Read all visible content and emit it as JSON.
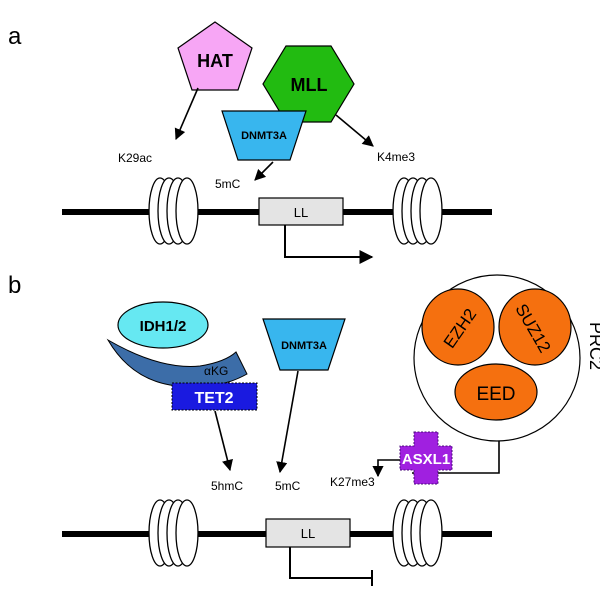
{
  "panel_a": {
    "label": "a",
    "hat": "HAT",
    "mll": "MLL",
    "dnmt3a": "DNMT3A",
    "k29ac": "K29ac",
    "k4me3": "K4me3",
    "mark_5mc": "5mC",
    "gene": "LL"
  },
  "panel_b": {
    "label": "b",
    "idh": "IDH1/2",
    "akg": "αKG",
    "tet2": "TET2",
    "dnmt3a": "DNMT3A",
    "ezh2": "EZH2",
    "suz12": "SUZ12",
    "eed": "EED",
    "prc2": "PRC2",
    "asxl1": "ASXL1",
    "mark_5hmc": "5hmC",
    "mark_5mc": "5mC",
    "k27me3": "K27me3",
    "gene": "LL"
  },
  "colors": {
    "hat": "#f7a6f5",
    "mll": "#22bb11",
    "dnmt3a": "#38b6ee",
    "idh": "#66e8f2",
    "idh_wrap": "#3c6da8",
    "tet2": "#1a1ae0",
    "prc2_subunit": "#f5700f",
    "asxl1": "#a020e0",
    "gene_box": "#e4e4e4"
  }
}
